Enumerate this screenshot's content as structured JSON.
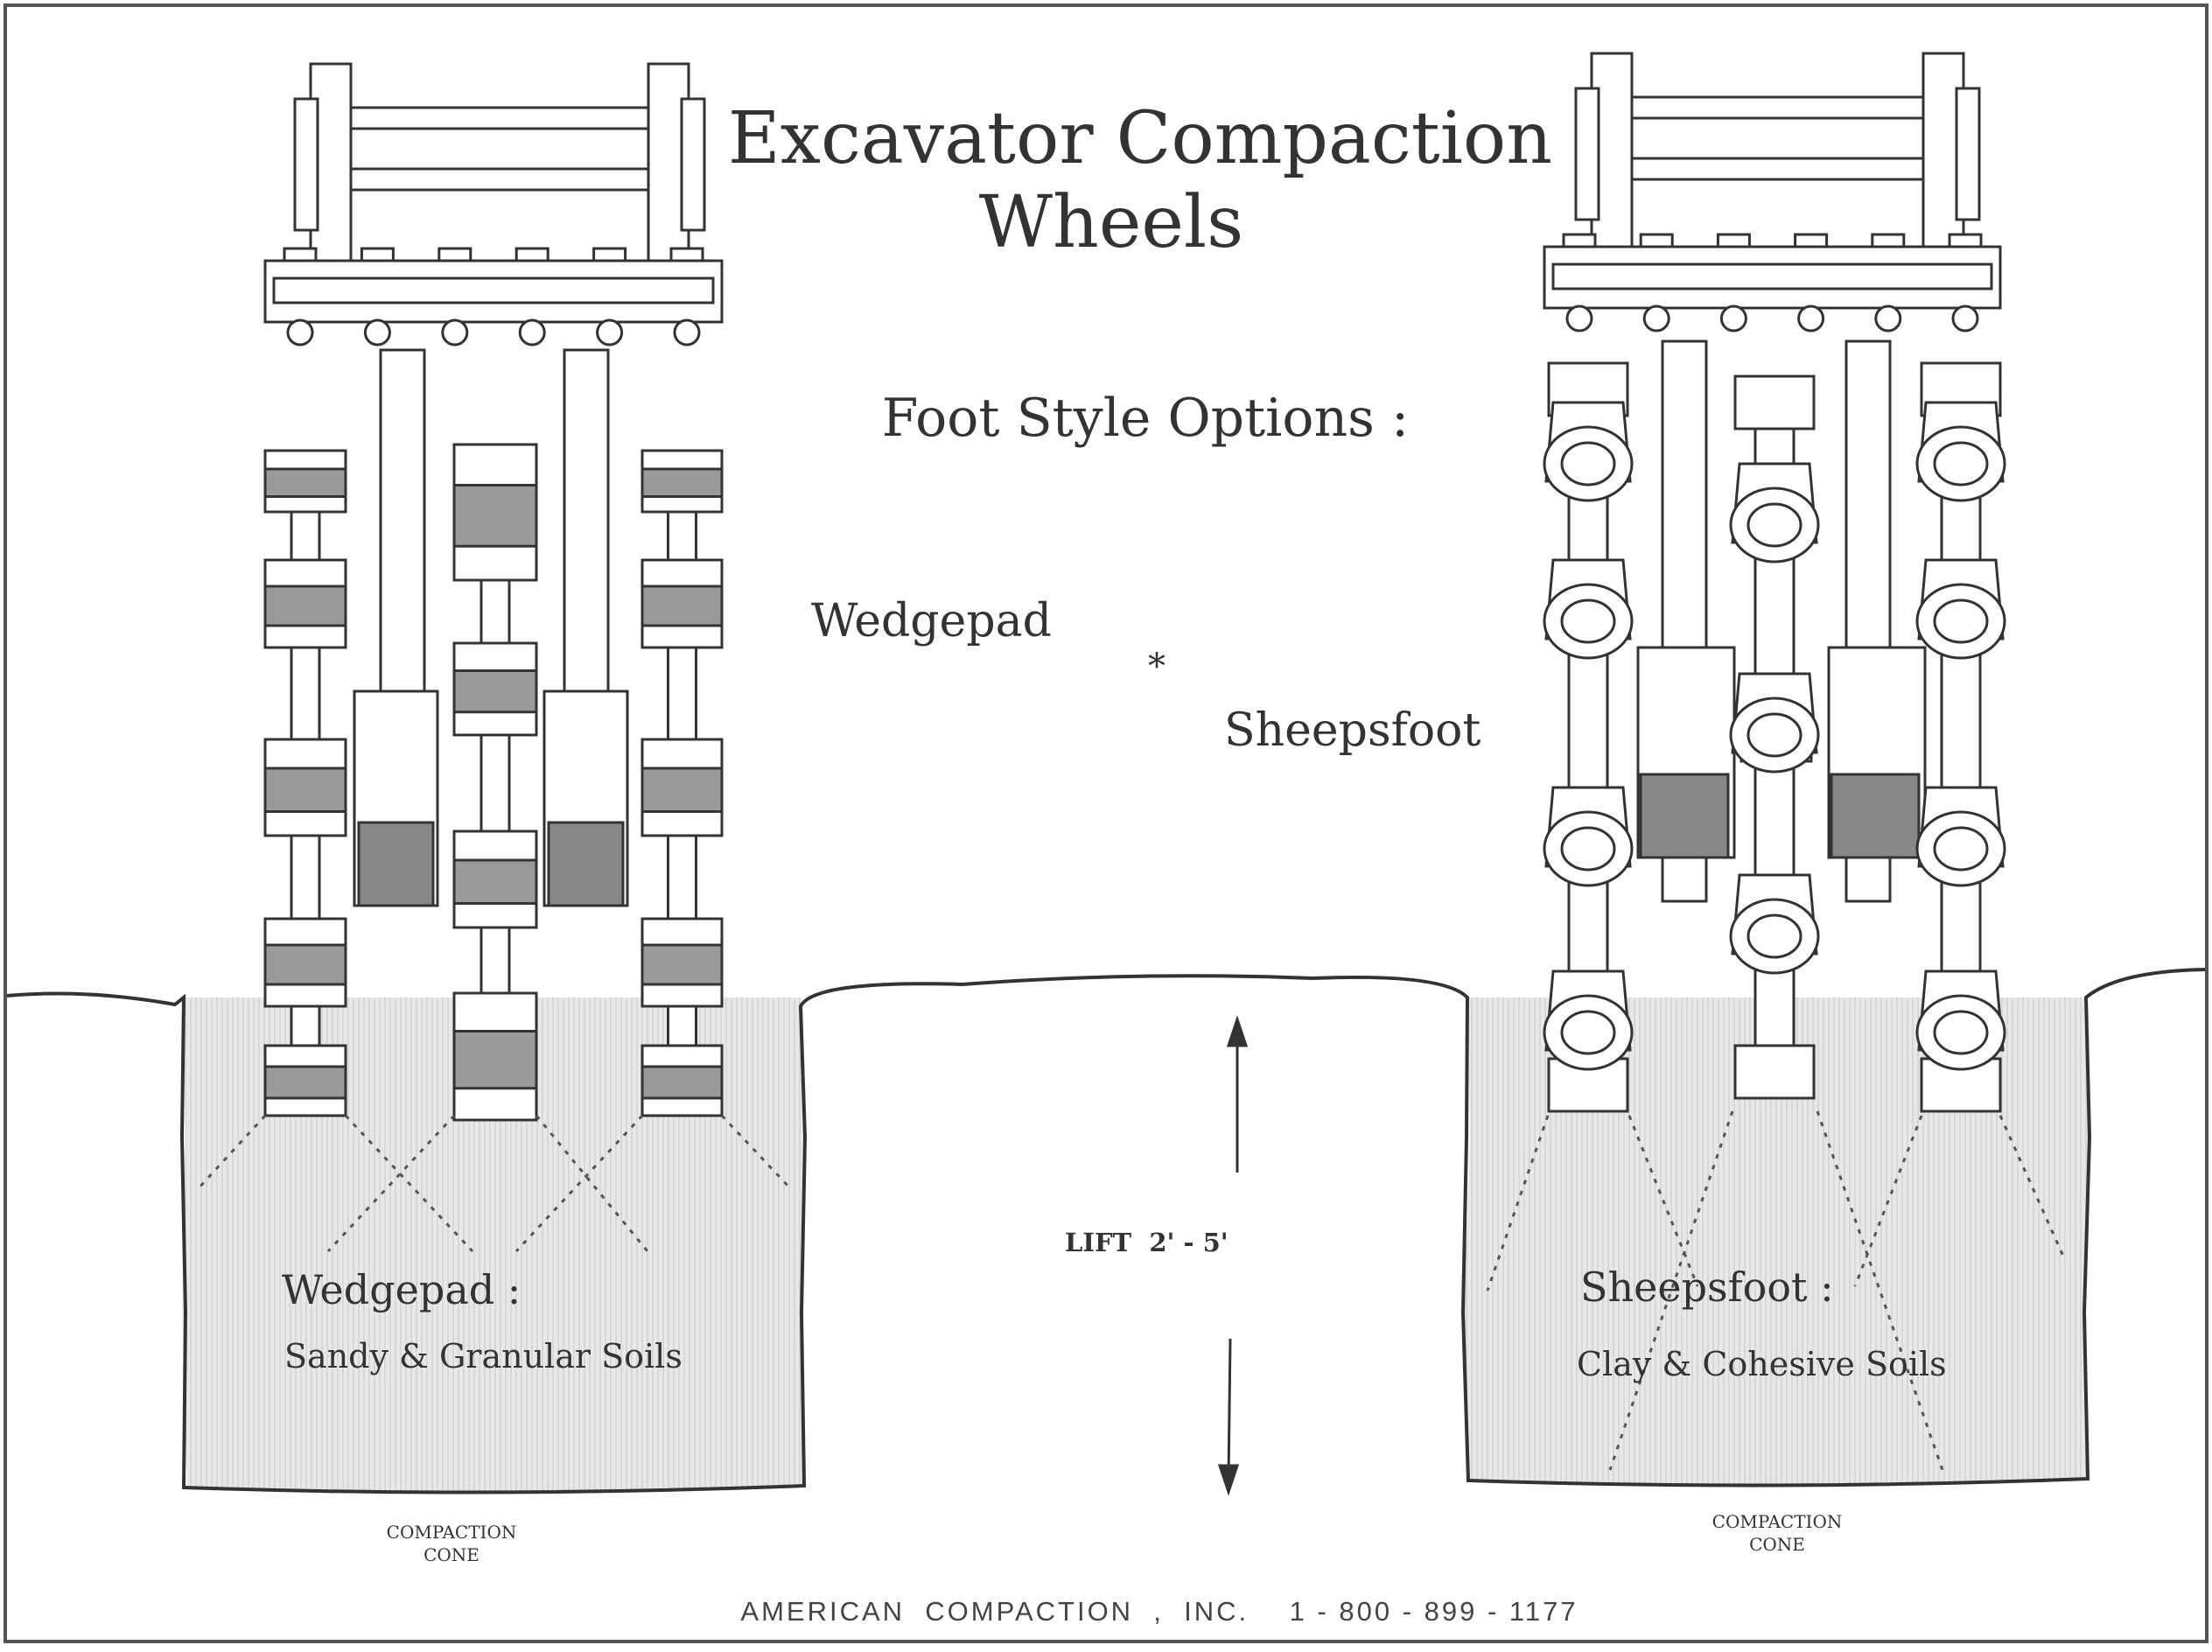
{
  "title": {
    "line1": "Excavator Compaction",
    "line2": "Wheels"
  },
  "options": {
    "heading": "Foot Style Options :",
    "option1": "Wedgepad",
    "separator": "*",
    "option2": "Sheepsfoot"
  },
  "left_pit": {
    "label": "Wedgepad :",
    "soil": "Sandy & Granular Soils",
    "cone_line1": "COMPACTION",
    "cone_line2": "CONE"
  },
  "right_pit": {
    "label": "Sheepsfoot :",
    "soil": "Clay & Cohesive Soils",
    "cone_line1": "COMPACTION",
    "cone_line2": "CONE"
  },
  "lift": {
    "label": "LIFT  2' - 5'"
  },
  "footer": {
    "text": "AMERICAN  COMPACTION  ,  INC.    1 - 800 - 899 - 1177"
  },
  "colors": {
    "ink": "#333333",
    "soil": "#e4e4e4",
    "pad": "#9a9a9a",
    "border": "#555555"
  }
}
